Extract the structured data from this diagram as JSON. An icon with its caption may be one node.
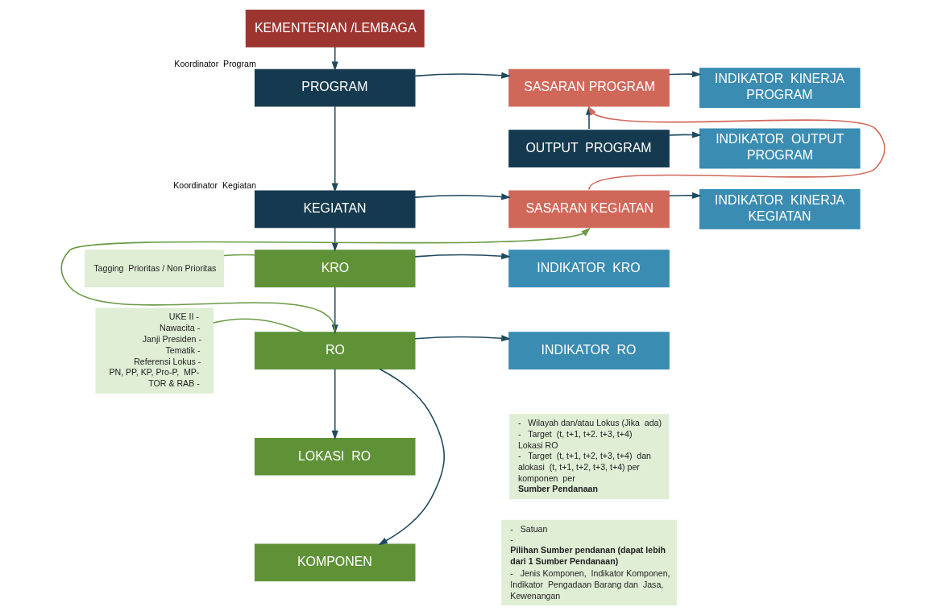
{
  "diagram": {
    "nodes": [
      {
        "text": [
          "KEMENTERIAN /LEMBAGA"
        ]
      },
      {
        "text": [
          "PROGRAM"
        ],
        "beside": [
          "Koordinator  Program"
        ]
      },
      {
        "text": [
          "SASARAN PROGRAM"
        ]
      },
      {
        "text": [
          "INDIKATOR  KINERJA PROGRAM"
        ]
      },
      {
        "text": [
          "OUTPUT  PROGRAM"
        ]
      },
      {
        "text": [
          "INDIKATOR  OUTPUT PROGRAM"
        ]
      },
      {
        "text": [
          "KEGIATAN"
        ],
        "beside": [
          "Koordinator  Kegiatan"
        ]
      },
      {
        "text": [
          "SASARAN KEGIATAN"
        ]
      },
      {
        "text": [
          "INDIKATOR  KINERJA KEGIATAN"
        ]
      },
      {
        "text": [
          "Tagging  Prioritas / Non Prioritas"
        ]
      },
      {
        "text": [
          "KRO"
        ]
      },
      {
        "text": [
          "INDIKATOR  KRO"
        ]
      },
      {
        "text": [
          "UKE II -",
          "Nawacita -",
          "Janji Presiden -",
          "Tematik -",
          "Referensi Lokus -",
          "PN, PP, KP, Pro-P,  MP-",
          "TOR & RAB -"
        ]
      },
      {
        "text": [
          "RO"
        ]
      },
      {
        "text": [
          "INDIKATOR  RO"
        ]
      },
      {
        "text": [
          "LOKASI  RO"
        ]
      },
      {
        "text": [
          "-   Wilayah dan/atau Lokus (Jika  ada)",
          "-   Target  (t, t+1, t+2. t+3, t+4) Lokasi RO",
          "-   Target  (t, t+1, t+2, t+3, t+4)  dan alokasi  (t, t+1, t+2, t+3, t+4) per komponen  per **Sumber Pendanaan**"
        ]
      },
      {
        "text": [
          "KOMPONEN"
        ]
      },
      {
        "text": [
          "-   Satuan",
          "-   **Pilihan Sumber pendanan (dapat lebih dari 1 Sumber Pendanaan)**",
          "-   Jenis Komponen,  Indikator Komponen,  Indikator  Pengadaan Barang dan  Jasa,  Kewenangan"
        ]
      }
    ],
    "edges": [
      {
        "from": 0,
        "to": 1,
        "arrow": "to"
      },
      {
        "from": 1,
        "to": 2,
        "arrow": "to"
      },
      {
        "from": 2,
        "to": 3,
        "arrow": "to"
      },
      {
        "from": 4,
        "to": 2,
        "arrow": "to"
      },
      {
        "from": 4,
        "to": 5,
        "arrow": "to"
      },
      {
        "from": 1,
        "to": 6,
        "arrow": "to"
      },
      {
        "from": 6,
        "to": 7,
        "arrow": "to"
      },
      {
        "from": 7,
        "to": 8,
        "arrow": "to"
      },
      {
        "from": 7,
        "to": 2,
        "arrow": "to",
        "color": "#d0685a"
      },
      {
        "from": 6,
        "to": 10,
        "arrow": "to"
      },
      {
        "from": 9,
        "to": 10,
        "arrow": "none",
        "color": "#6a9a44"
      },
      {
        "from": 10,
        "to": 11,
        "arrow": "to"
      },
      {
        "from": 10,
        "to": 13,
        "arrow": "to"
      },
      {
        "from": 12,
        "to": 13,
        "arrow": "none",
        "color": "#6a9a44"
      },
      {
        "from": 13,
        "to": 7,
        "arrow": "to",
        "color": "#6a9a44"
      },
      {
        "from": 13,
        "to": 14,
        "arrow": "to"
      },
      {
        "from": 13,
        "to": 15,
        "arrow": "to"
      },
      {
        "from": 13,
        "to": 17,
        "arrow": "to"
      }
    ]
  }
}
